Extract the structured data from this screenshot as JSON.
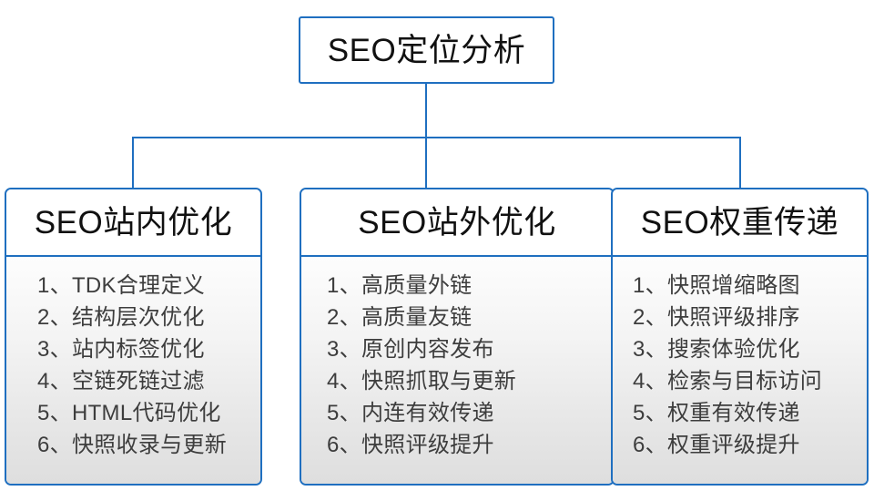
{
  "diagram": {
    "type": "org-tree",
    "root": {
      "label": "SEO定位分析"
    },
    "branches": [
      {
        "header": "SEO站内优化",
        "items": [
          "1、TDK合理定义",
          "2、结构层次优化",
          "3、站内标签优化",
          "4、空链死链过滤",
          "5、HTML代码优化",
          "6、快照收录与更新"
        ]
      },
      {
        "header": "SEO站外优化",
        "items": [
          "1、高质量外链",
          "2、高质量友链",
          "3、原创内容发布",
          "4、快照抓取与更新",
          "5、内连有效传递",
          "6、快照评级提升"
        ]
      },
      {
        "header": "SEO权重传递",
        "items": [
          "1、快照增缩略图",
          "2、快照评级排序",
          "3、搜索体验优化",
          "4、检索与目标访问",
          "5、权重有效传递",
          "6、权重评级提升"
        ]
      }
    ],
    "colors": {
      "border": "#1f6fc0",
      "connector": "#1f6fc0",
      "header_text": "#111111",
      "item_text": "#3d3d3d",
      "header_bg": "#ffffff",
      "body_bg_top": "#fdfdfd",
      "body_bg_bottom": "#dedede",
      "page_bg": "#ffffff"
    }
  }
}
